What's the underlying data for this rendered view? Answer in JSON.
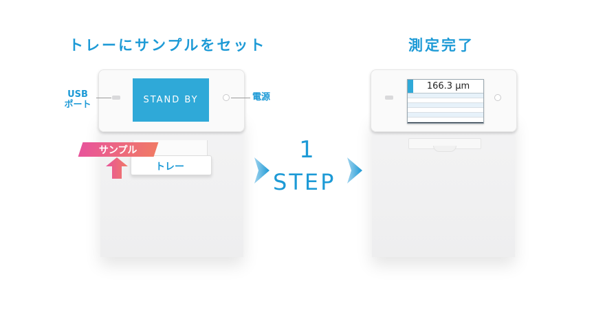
{
  "left_panel": {
    "heading": "トレーにサンプルをセット",
    "usb_label_line1": "USB",
    "usb_label_line2": "ポート",
    "power_label": "電源",
    "screen_text": "STAND BY",
    "sample_label": "サンプル",
    "tray_label": "トレー"
  },
  "middle": {
    "step_number": "1",
    "step_text": "STEP"
  },
  "right_panel": {
    "heading": "測定完了",
    "measurement_value": "166.3 μm"
  },
  "colors": {
    "accent_blue": "#1d9ad6",
    "screen_blue": "#2fa9d8",
    "sample_gradient_start": "#e8549a",
    "sample_gradient_end": "#f07a66",
    "arrow_up_start": "#e8549a",
    "arrow_up_end": "#f07a66"
  },
  "icons": {
    "step_arrow_left": "chevron-right-icon",
    "step_arrow_right": "chevron-right-icon",
    "up_arrow": "arrow-up-icon"
  }
}
